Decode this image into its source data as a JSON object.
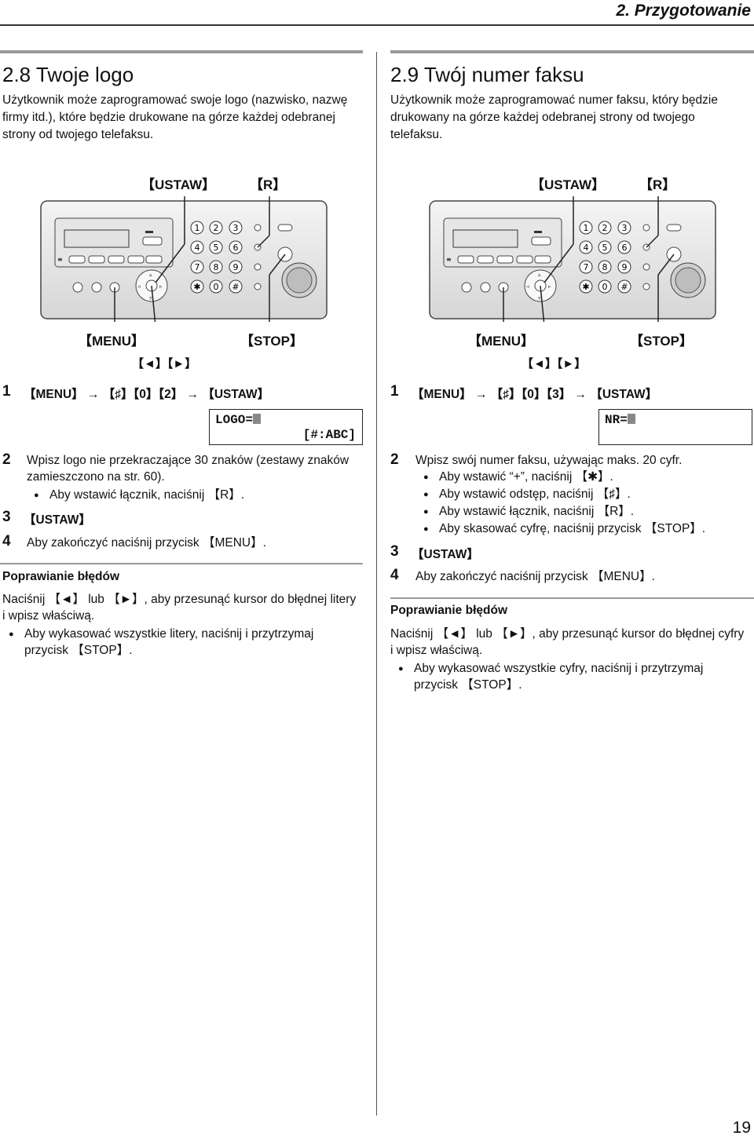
{
  "header": {
    "title": "2. Przygotowanie"
  },
  "left": {
    "title": "2.8 Twoje logo",
    "intro": [
      "Użytkownik może zaprogramować swoje logo (nazwisko, nazwę",
      "firmy itd.), które będzie drukowane na górze każdej odebranej",
      "strony od twojego telefaksu."
    ],
    "diagram_labels": {
      "ustaw": "【USTAW】",
      "r": "【R】",
      "menu": "【MENU】",
      "stop": "【STOP】",
      "arrows": "【◄】【►】"
    },
    "step1": {
      "num": "1",
      "text": "【MENU】 → 【♯】【0】【2】 → 【USTAW】"
    },
    "lcd": {
      "line1": "LOGO=",
      "line2": "[#:ABC]"
    },
    "step2": {
      "num": "2",
      "lines": [
        "Wpisz logo nie przekraczające 30 znaków (zestawy znaków",
        "zamieszczono na str. 60)."
      ],
      "bullet": "Aby wstawić łącznik, naciśnij 【R】."
    },
    "step3": {
      "num": "3",
      "text": "【USTAW】"
    },
    "step4": {
      "num": "4",
      "text": "Aby zakończyć naciśnij przycisk 【MENU】."
    },
    "corr_title": "Poprawianie błędów",
    "corr_lines": [
      "Naciśnij 【◄】 lub 【►】, aby przesunąć kursor do błędnej litery",
      "i wpisz właściwą."
    ],
    "corr_bullet": [
      "Aby wykasować wszystkie litery, naciśnij i przytrzymaj",
      "przycisk 【STOP】."
    ]
  },
  "right": {
    "title": "2.9 Twój numer faksu",
    "intro": [
      "Użytkownik może zaprogramować numer faksu, który będzie",
      "drukowany na górze każdej odebranej strony od twojego",
      "telefaksu."
    ],
    "diagram_labels": {
      "ustaw": "【USTAW】",
      "r": "【R】",
      "menu": "【MENU】",
      "stop": "【STOP】",
      "arrows": "【◄】【►】"
    },
    "step1": {
      "num": "1",
      "text": "【MENU】 → 【♯】【0】【3】 → 【USTAW】"
    },
    "lcd": {
      "line1": "NR="
    },
    "step2": {
      "num": "2",
      "text": "Wpisz swój numer faksu, używając maks. 20 cyfr.",
      "bullets": [
        "Aby wstawić “+”, naciśnij 【✱】.",
        "Aby wstawić odstęp, naciśnij 【♯】.",
        "Aby wstawić łącznik, naciśnij 【R】.",
        "Aby skasować cyfrę, naciśnij przycisk 【STOP】."
      ]
    },
    "step3": {
      "num": "3",
      "text": "【USTAW】"
    },
    "step4": {
      "num": "4",
      "text": "Aby zakończyć naciśnij przycisk 【MENU】."
    },
    "corr_title": "Poprawianie błędów",
    "corr_lines": [
      "Naciśnij 【◄】 lub 【►】, aby przesunąć kursor do błędnej cyfry",
      "i wpisz właściwą."
    ],
    "corr_bullet": [
      "Aby wykasować wszystkie cyfry, naciśnij i przytrzymaj",
      "przycisk 【STOP】."
    ]
  },
  "keypad": [
    "1",
    "2",
    "3",
    "4",
    "5",
    "6",
    "7",
    "8",
    "9",
    "✱",
    "0",
    "#"
  ],
  "page_number": "19"
}
